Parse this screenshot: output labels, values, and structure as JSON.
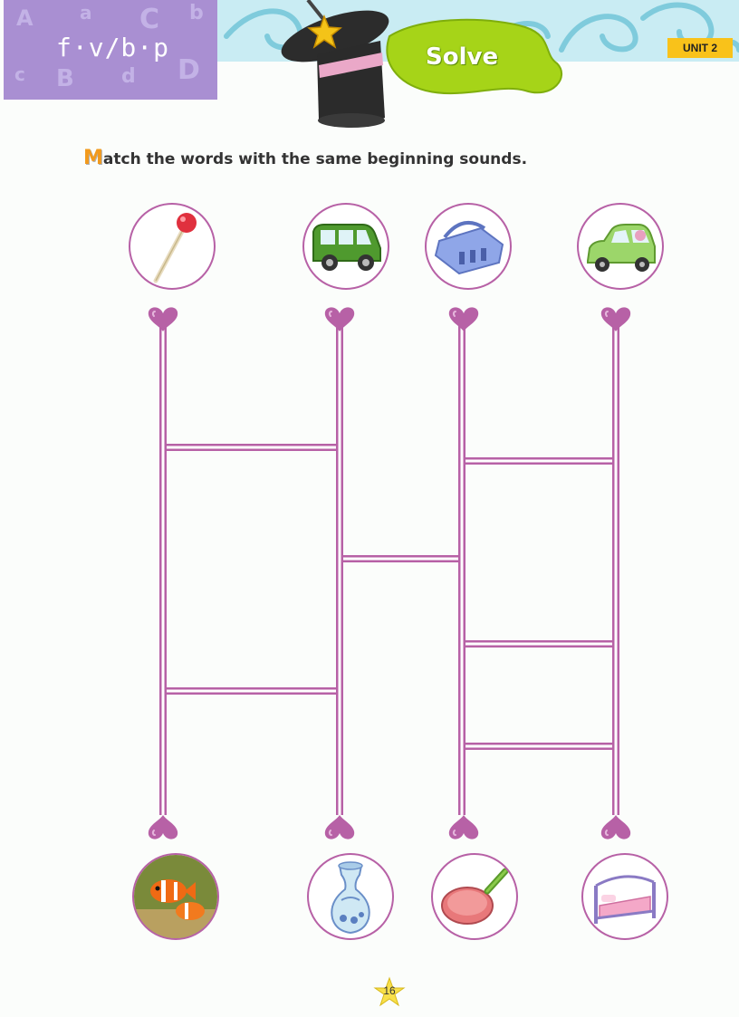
{
  "header": {
    "phonics_title": "f·v/b·p",
    "section_label": "Solve",
    "unit_label": "UNIT 2",
    "colors": {
      "unit_tag": "#f9c21a",
      "phonics_box": "#a98fd2",
      "solve_blob": "#a6d418",
      "ladder": "#b761a6"
    }
  },
  "instruction": {
    "initial": "M",
    "rest": "atch the words with the same beginning sounds."
  },
  "top_pictures": [
    {
      "icon": "pin-icon"
    },
    {
      "icon": "van-icon"
    },
    {
      "icon": "bag-icon"
    },
    {
      "icon": "car-icon"
    }
  ],
  "bottom_pictures": [
    {
      "icon": "fish-icon"
    },
    {
      "icon": "vase-icon"
    },
    {
      "icon": "pan-icon"
    },
    {
      "icon": "bed-icon"
    }
  ],
  "footer": {
    "page_number": "16"
  }
}
